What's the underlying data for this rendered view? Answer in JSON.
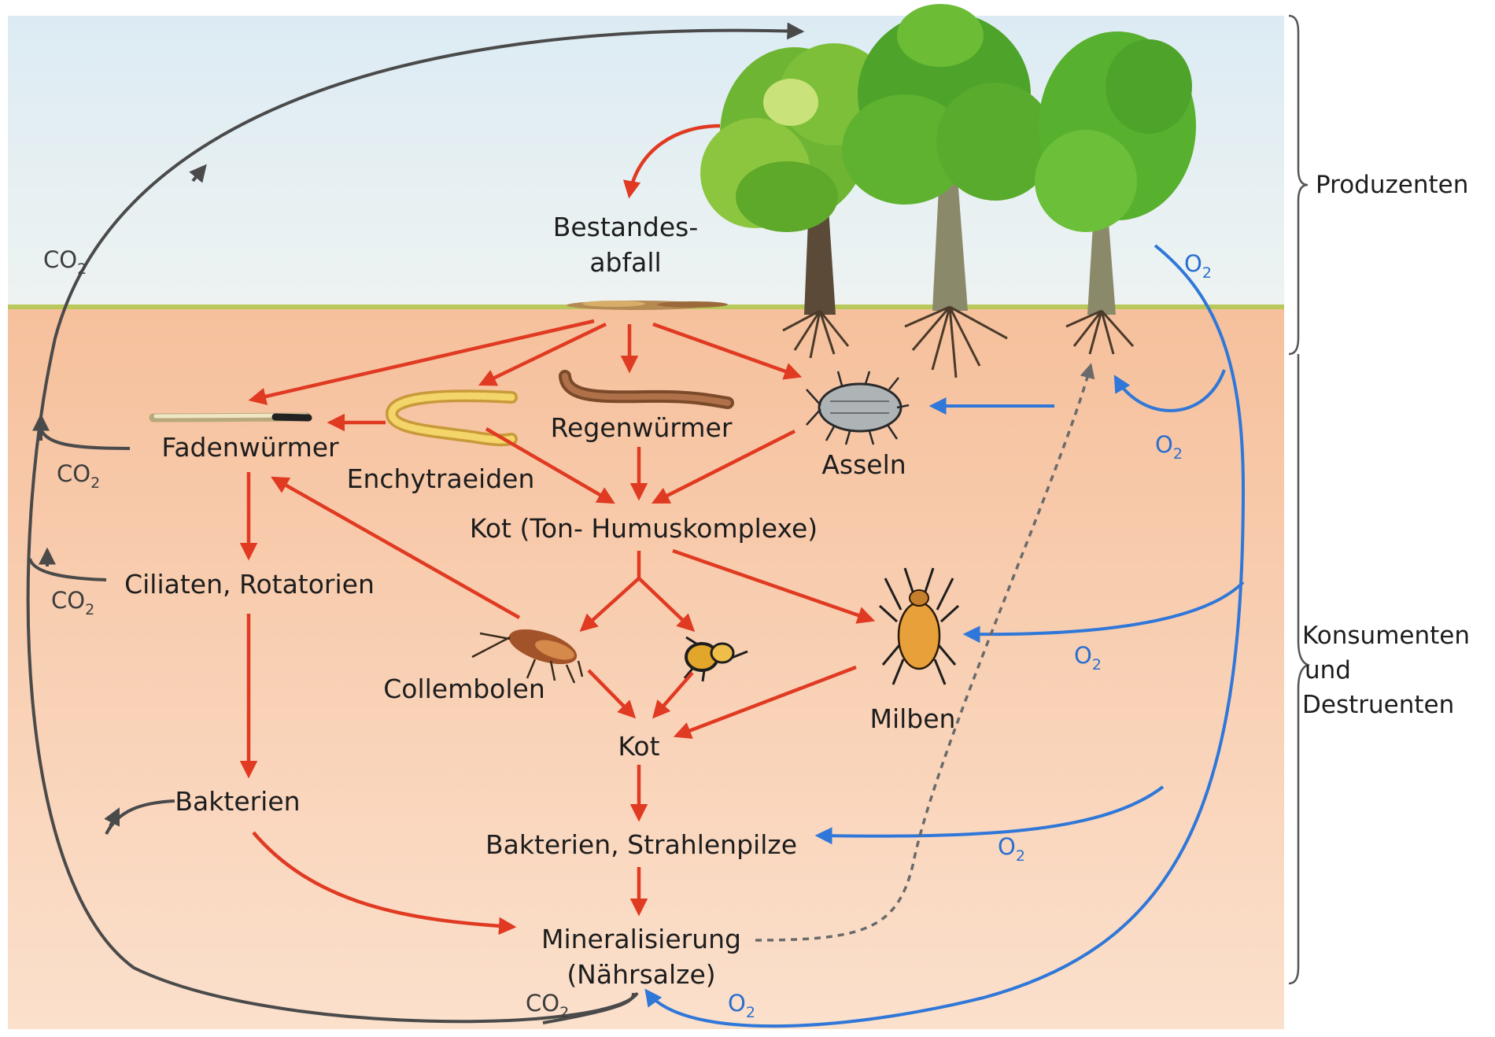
{
  "labels": {
    "bestandes_1": "Bestandes-",
    "bestandes_2": "abfall",
    "fadenwuermer": "Fadenwürmer",
    "enchytraeiden": "Enchytraeiden",
    "regenwuermer": "Regenwürmer",
    "asseln": "Asseln",
    "kot_ton": "Kot (Ton- Humuskomplexe)",
    "ciliaten": "Ciliaten, Rotatorien",
    "collembolen": "Collembolen",
    "milben": "Milben",
    "kot": "Kot",
    "bakterien": "Bakterien",
    "bakterien_strahlenpilze": "Bakterien, Strahlenpilze",
    "mineral_1": "Mineralisierung",
    "mineral_2": "(Nährsalze)"
  },
  "gas": {
    "co2_main": "CO",
    "co2_main_sub": "2",
    "co2_a": "CO",
    "co2_a_sub": "2",
    "co2_b": "CO",
    "co2_b_sub": "2",
    "co2_bottom": "CO",
    "co2_bottom_sub": "2",
    "o2_top": "O",
    "o2_top_sub": "2",
    "o2_roots": "O",
    "o2_roots_sub": "2",
    "o2_milben": "O",
    "o2_milben_sub": "2",
    "o2_bakterien": "O",
    "o2_bakterien_sub": "2",
    "o2_bottom": "O",
    "o2_bottom_sub": "2"
  },
  "side": {
    "produzenten": "Produzenten",
    "konsumenten": "Konsumenten",
    "und": "und",
    "destruenten": "Destruenten"
  },
  "colors": {
    "sky": "#e6f0f3",
    "soil": "#f6c6a4",
    "grass": "#b9c85a",
    "flow_red": "#e03a22",
    "co2_gray": "#4a4a4a",
    "o2_blue": "#2f77d8",
    "tree_green": "#5cae2c"
  }
}
